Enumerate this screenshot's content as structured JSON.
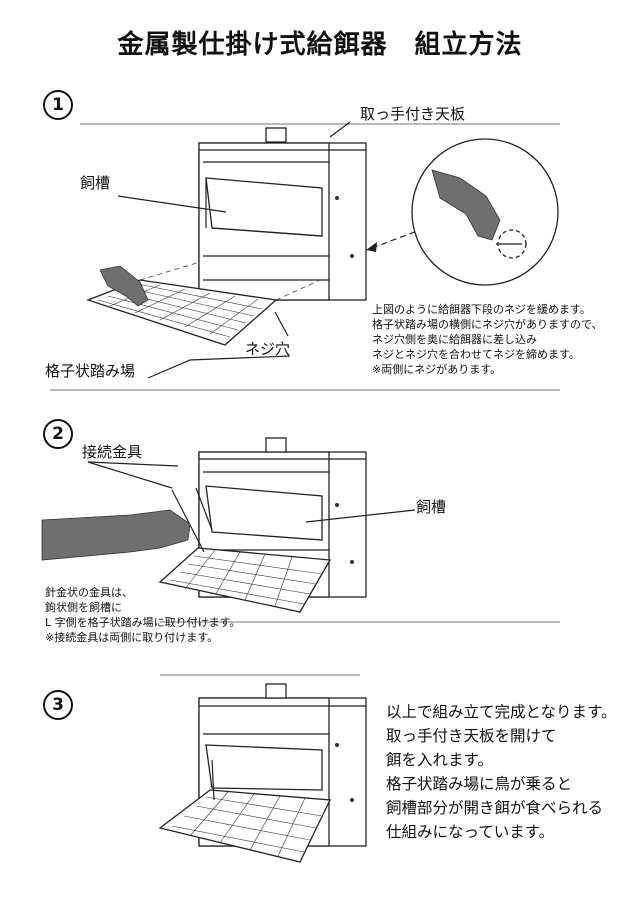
{
  "title": "金属製仕掛け式給餌器　組立方法",
  "steps": [
    {
      "number": "1",
      "labels": {
        "top_plate": "取っ手付き天板",
        "trough": "飼槽",
        "screw_hole": "ネジ穴",
        "grid_step": "格子状踏み場"
      },
      "notes": [
        "上図のように給餌器下段のネジを緩めます。",
        "格子状踏み場の横側にネジ穴がありますので、",
        "ネジ穴側を奥に給餌器に差し込み",
        "ネジとネジ穴を合わせてネジを締めます。",
        "※両側にネジがあります。"
      ]
    },
    {
      "number": "2",
      "labels": {
        "connector": "接続金具",
        "trough": "飼槽"
      },
      "notes": [
        "針金状の金具は、",
        "鉤状側を飼槽に",
        "L 字側を格子状踏み場に取り付けます。",
        "※接続金具は両側に取り付けます。"
      ]
    },
    {
      "number": "3",
      "text": [
        "以上で組み立て完成となります。",
        "取っ手付き天板を開けて",
        "餌を入れます。",
        "格子状踏み場に鳥が乗ると",
        "飼槽部分が開き餌が食べられる",
        "仕組みになっています。"
      ]
    }
  ]
}
